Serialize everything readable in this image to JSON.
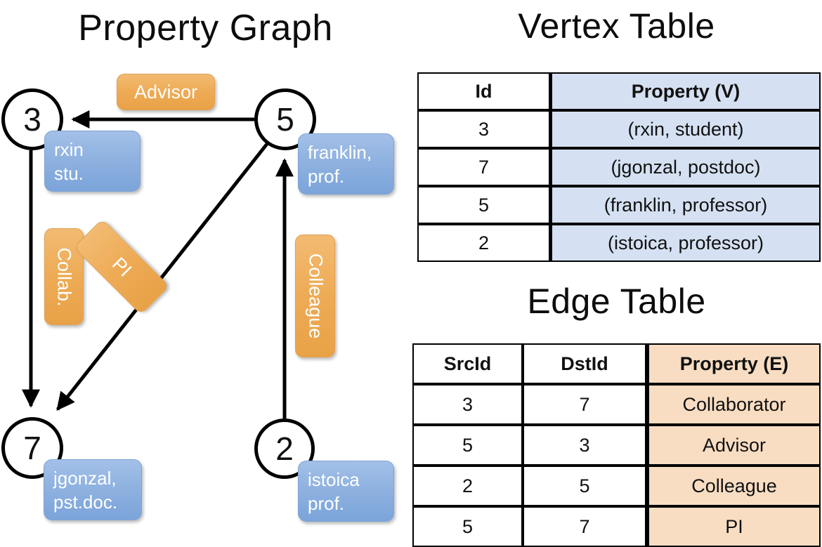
{
  "panels": {
    "property_graph_title": "Property Graph",
    "vertex_table_title": "Vertex Table",
    "edge_table_title": "Edge Table"
  },
  "colors": {
    "node_stroke": "#000000",
    "vertex_property_fill": "#d5e1f2",
    "edge_property_fill": "#f8ddc2",
    "chip_blue": "#8fb2e0",
    "chip_orange": "#eeab55",
    "background": "#ffffff"
  },
  "graph": {
    "nodes": [
      {
        "id": "3",
        "label": "3",
        "property_lines": [
          "rxin",
          "stu."
        ]
      },
      {
        "id": "5",
        "label": "5",
        "property_lines": [
          "franklin,",
          "prof."
        ]
      },
      {
        "id": "7",
        "label": "7",
        "property_lines": [
          "jgonzal,",
          "pst.doc."
        ]
      },
      {
        "id": "2",
        "label": "2",
        "property_lines": [
          "istoica",
          "prof."
        ]
      }
    ],
    "edge_labels": [
      {
        "name": "advisor",
        "text": "Advisor",
        "orientation": "horizontal"
      },
      {
        "name": "collab",
        "text": "Collab.",
        "orientation": "vertical"
      },
      {
        "name": "pi",
        "text": "PI",
        "orientation": "rotated"
      },
      {
        "name": "colleague",
        "text": "Colleague",
        "orientation": "vertical"
      }
    ],
    "edges": [
      {
        "from": "5",
        "to": "3",
        "label": "Advisor"
      },
      {
        "from": "3",
        "to": "7",
        "label": "Collab."
      },
      {
        "from": "5",
        "to": "7",
        "label": "PI"
      },
      {
        "from": "2",
        "to": "5",
        "label": "Colleague"
      }
    ]
  },
  "vertex_table": {
    "headers": [
      "Id",
      "Property (V)"
    ],
    "rows": [
      {
        "id": "3",
        "property": "(rxin, student)"
      },
      {
        "id": "7",
        "property": "(jgonzal, postdoc)"
      },
      {
        "id": "5",
        "property": "(franklin, professor)"
      },
      {
        "id": "2",
        "property": "(istoica, professor)"
      }
    ]
  },
  "edge_table": {
    "headers": [
      "SrcId",
      "DstId",
      "Property (E)"
    ],
    "rows": [
      {
        "src": "3",
        "dst": "7",
        "property": "Collaborator"
      },
      {
        "src": "5",
        "dst": "3",
        "property": "Advisor"
      },
      {
        "src": "2",
        "dst": "5",
        "property": "Colleague"
      },
      {
        "src": "5",
        "dst": "7",
        "property": "PI"
      }
    ]
  }
}
